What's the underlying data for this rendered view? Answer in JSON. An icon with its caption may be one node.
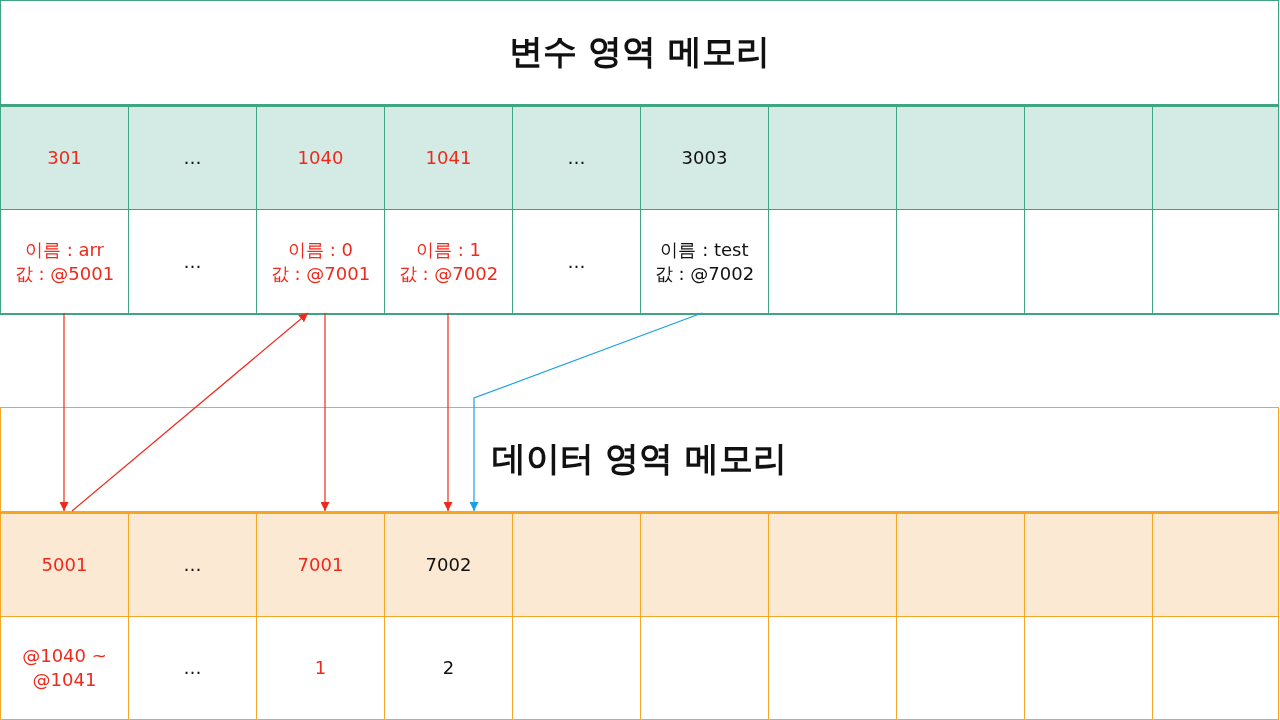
{
  "diagram": {
    "nodes": [
      {
        "text": [
          "변수 영역 메모리"
        ]
      },
      {
        "text": [
          "301"
        ],
        "in": 0
      },
      {
        "text": [
          "…"
        ],
        "in": 0
      },
      {
        "text": [
          "1040"
        ],
        "in": 0
      },
      {
        "text": [
          "1041"
        ],
        "in": 0
      },
      {
        "text": [
          "…"
        ],
        "in": 0
      },
      {
        "text": [
          "3003"
        ],
        "in": 0
      },
      {
        "text": [],
        "shape": "box",
        "in": 0
      },
      {
        "text": [],
        "shape": "box",
        "in": 0
      },
      {
        "text": [],
        "shape": "box",
        "in": 0
      },
      {
        "text": [],
        "shape": "box",
        "in": 0
      },
      {
        "text": [
          "이름 : arr",
          "값 : @5001"
        ],
        "in": 0
      },
      {
        "text": [
          "…"
        ],
        "in": 0
      },
      {
        "text": [
          "이름 : 0",
          "값 : @7001"
        ],
        "in": 0
      },
      {
        "text": [
          "이름 : 1",
          "값 : @7002"
        ],
        "in": 0
      },
      {
        "text": [
          "…"
        ],
        "in": 0
      },
      {
        "text": [
          "이름 : test",
          "값 : @7002"
        ],
        "in": 0
      },
      {
        "text": [],
        "shape": "box",
        "in": 0
      },
      {
        "text": [],
        "shape": "box",
        "in": 0
      },
      {
        "text": [],
        "shape": "box",
        "in": 0
      },
      {
        "text": [],
        "shape": "box",
        "in": 0
      },
      {
        "text": [
          "데이터 영역 메모리"
        ]
      },
      {
        "text": [
          "5001"
        ],
        "in": 21
      },
      {
        "text": [
          "…"
        ],
        "in": 21
      },
      {
        "text": [
          "7001"
        ],
        "in": 21
      },
      {
        "text": [
          "7002"
        ],
        "in": 21
      },
      {
        "text": [],
        "shape": "box",
        "in": 21
      },
      {
        "text": [],
        "shape": "box",
        "in": 21
      },
      {
        "text": [],
        "shape": "box",
        "in": 21
      },
      {
        "text": [],
        "shape": "box",
        "in": 21
      },
      {
        "text": [],
        "shape": "box",
        "in": 21
      },
      {
        "text": [],
        "shape": "box",
        "in": 21
      },
      {
        "text": [
          "@1040 ~ @1041"
        ],
        "in": 21
      },
      {
        "text": [
          "…"
        ],
        "in": 21
      },
      {
        "text": [
          "1"
        ],
        "in": 21
      },
      {
        "text": [
          "2"
        ],
        "in": 21
      },
      {
        "text": [],
        "shape": "box",
        "in": 21
      },
      {
        "text": [],
        "shape": "box",
        "in": 21
      },
      {
        "text": [],
        "shape": "box",
        "in": 21
      },
      {
        "text": [],
        "shape": "box",
        "in": 21
      },
      {
        "text": [],
        "shape": "box",
        "in": 21
      },
      {
        "text": [],
        "shape": "box",
        "in": 21
      }
    ],
    "edges": [
      {
        "from": 11,
        "to": 22,
        "arrow": "to"
      },
      {
        "from": 22,
        "to": 13,
        "arrow": "to"
      },
      {
        "from": 13,
        "to": 24,
        "arrow": "to"
      },
      {
        "from": 14,
        "to": 25,
        "arrow": "to"
      },
      {
        "from": 16,
        "to": 25,
        "arrow": "to",
        "color": "#1ba1e2"
      }
    ]
  }
}
